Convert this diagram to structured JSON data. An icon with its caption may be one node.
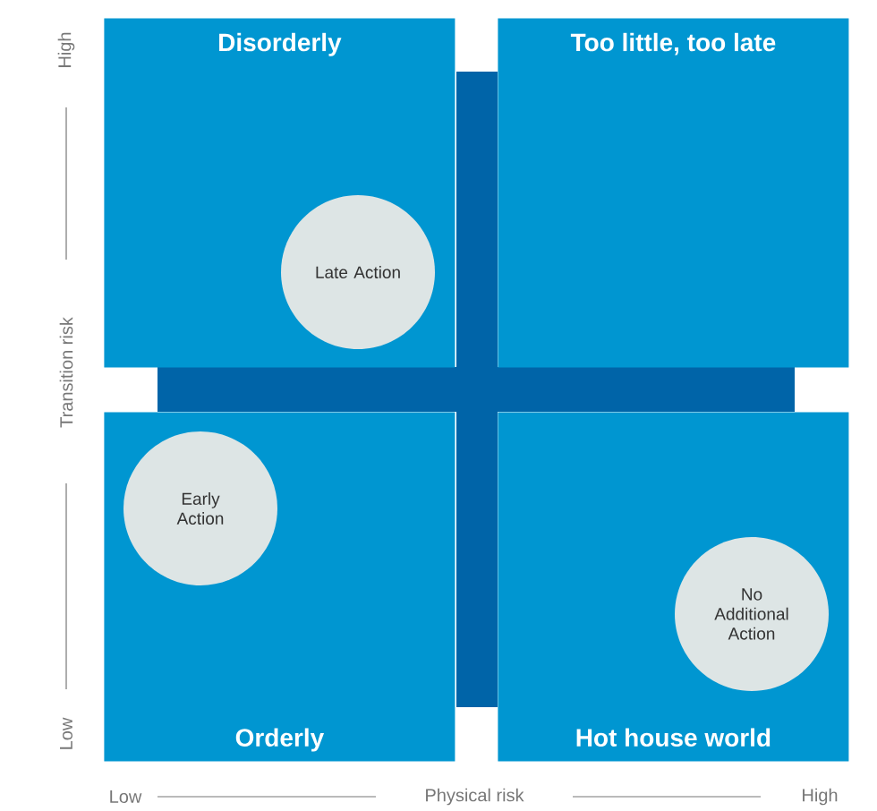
{
  "diagram": {
    "nodes": [
      {
        "text": [
          "Disorderly"
        ]
      },
      {
        "text": [
          "Late Action"
        ],
        "in": 0
      },
      {
        "text": [
          "Too little, too late"
        ]
      },
      {
        "text": [
          "Orderly"
        ]
      },
      {
        "text": [
          "Early Action"
        ],
        "in": 3
      },
      {
        "text": [
          "Hot house world"
        ]
      },
      {
        "text": [
          "No Additional Action"
        ],
        "in": 5
      }
    ],
    "labels": [
      "High",
      "Transition risk",
      "Low",
      "Low",
      "Physical risk",
      "High"
    ]
  }
}
